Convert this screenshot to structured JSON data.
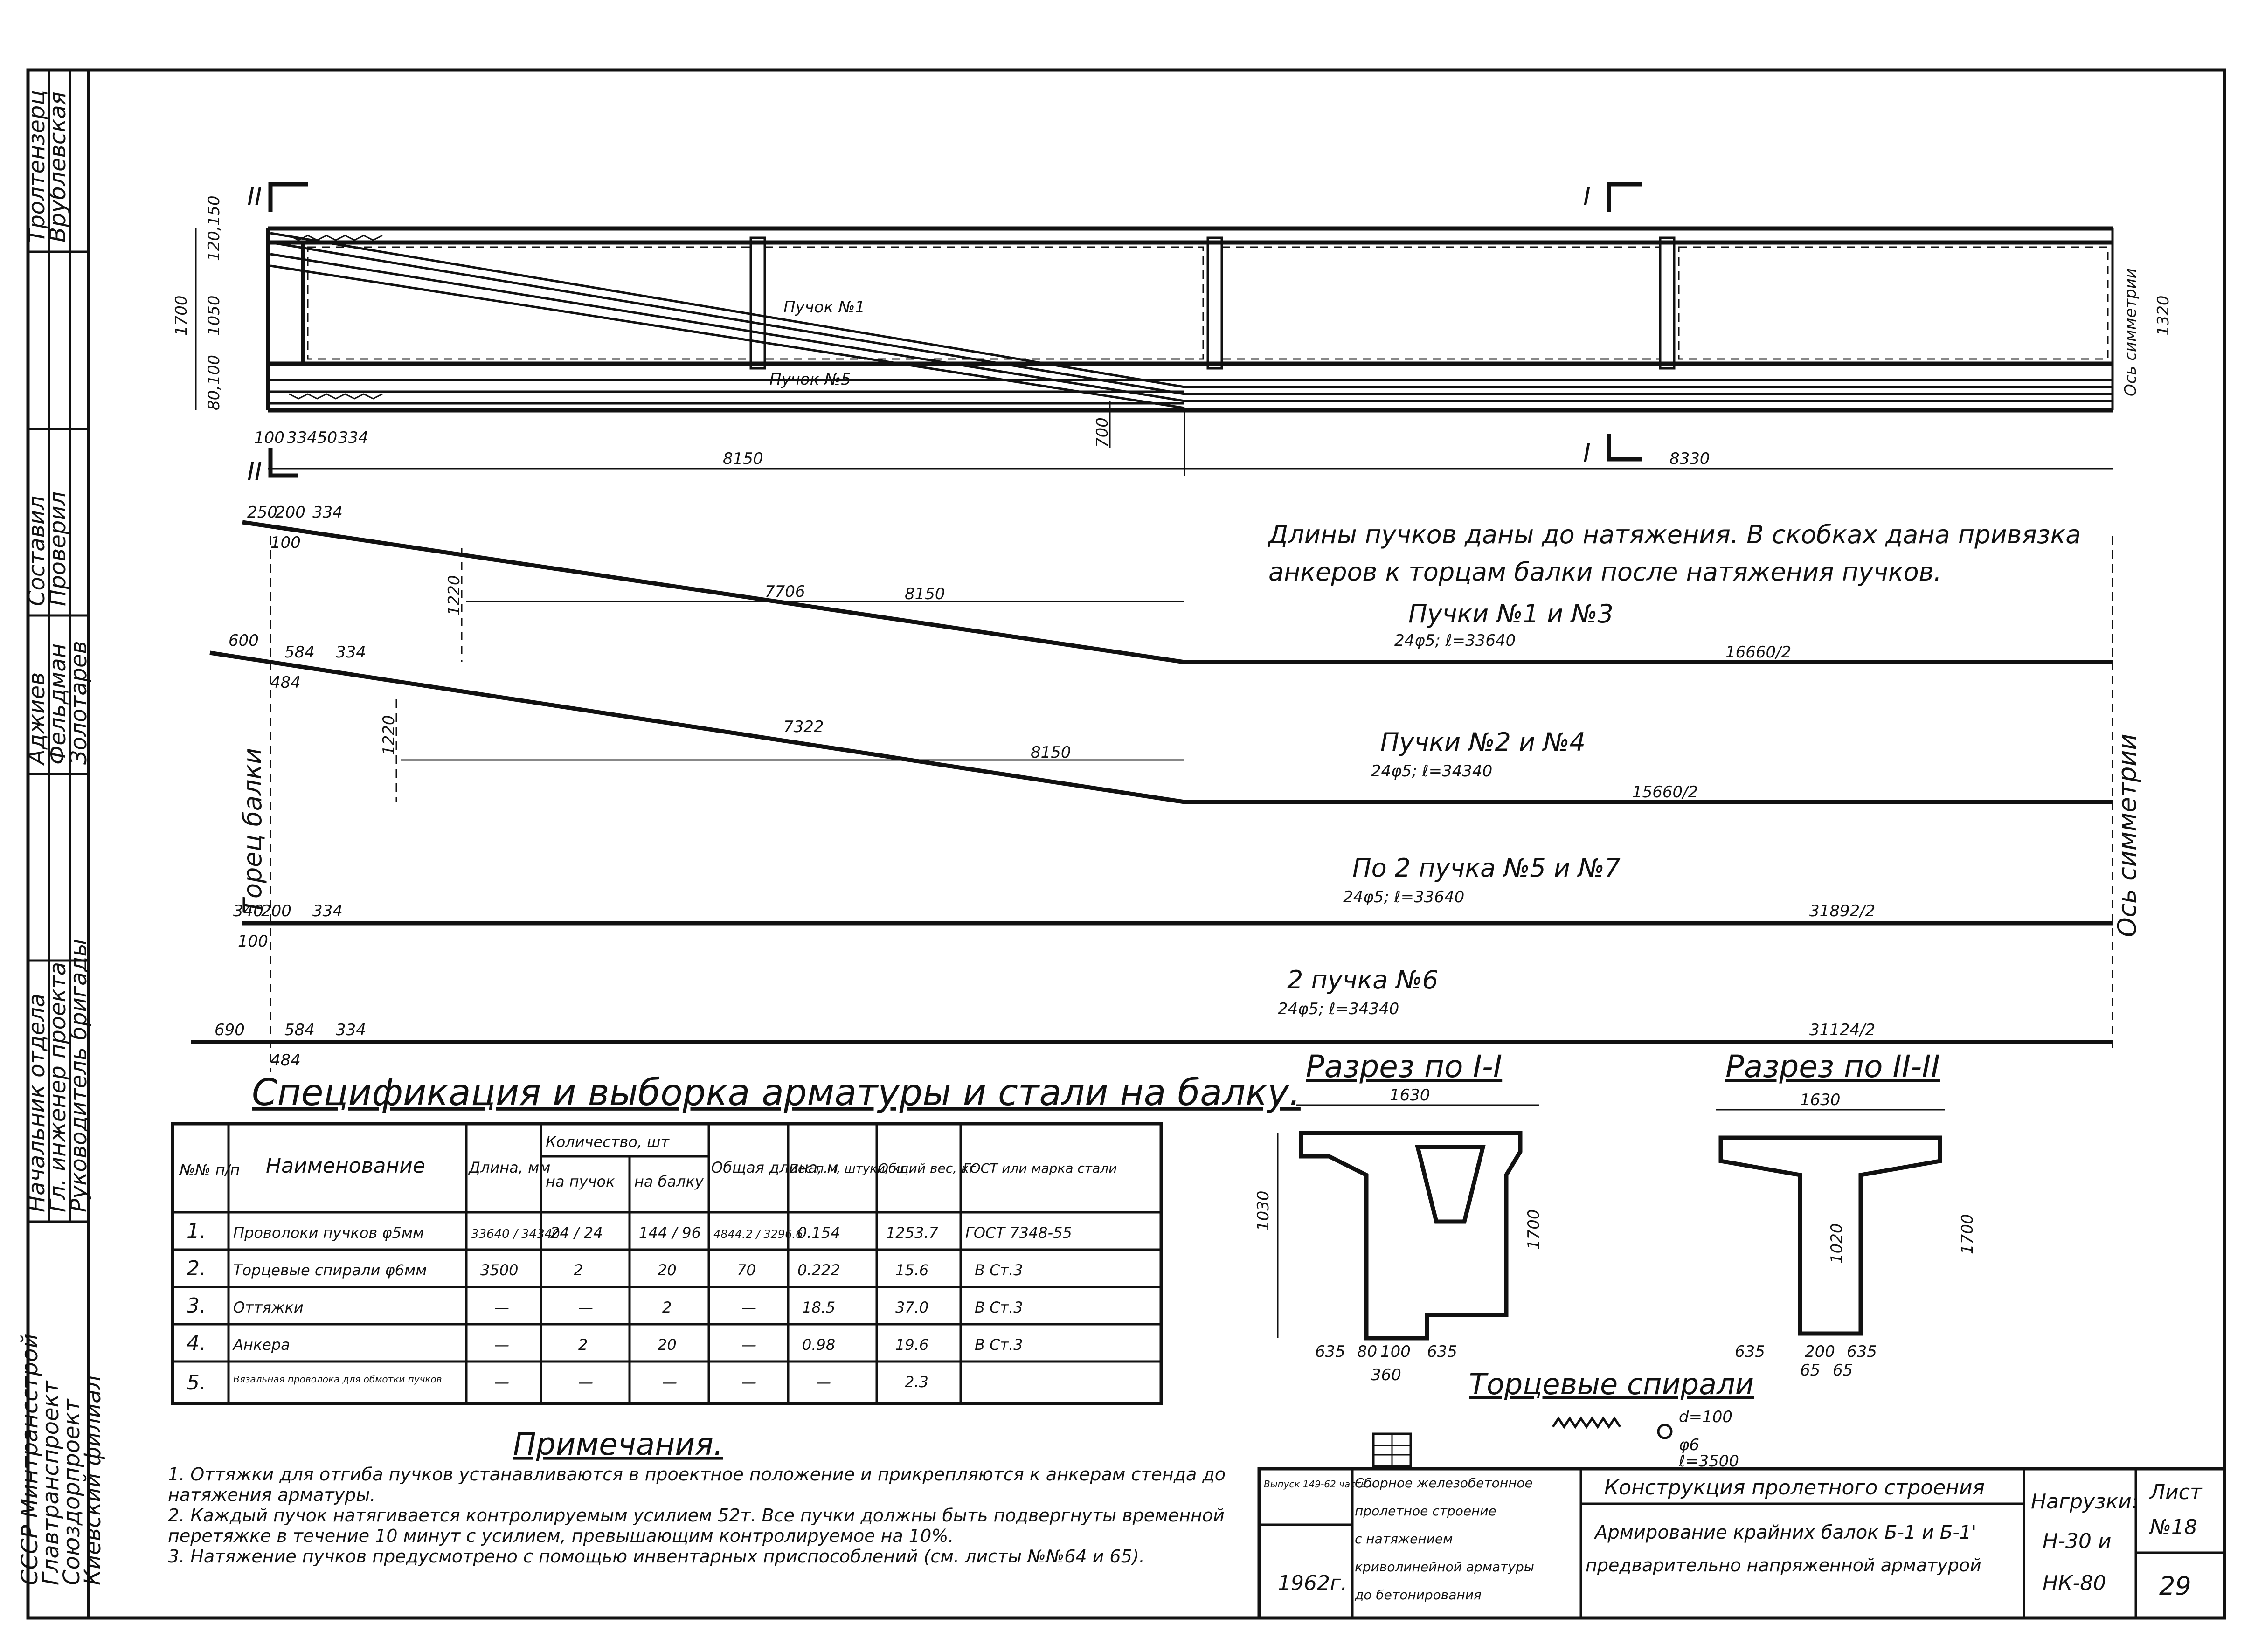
{
  "left_strip": {
    "org": [
      "СССР Минтрансстрой",
      "Главтрансп​роект",
      "Союздорпроект",
      "Киевский филиал"
    ],
    "roles": [
      {
        "role": "Начальник отдела",
        "name": "Фельдман"
      },
      {
        "role": "Гл. инженер проекта",
        "name": "Аджиев"
      },
      {
        "role": "Руководитель бригады",
        "name": "Золотарев"
      }
    ],
    "staff": [
      {
        "label": "Составил",
        "name": "Врублевская"
      },
      {
        "label": "Проверил",
        "name": "Тролтензерц"
      }
    ]
  },
  "elevation": {
    "section_marks": [
      "II",
      "I",
      "I",
      "II"
    ],
    "dims": {
      "left_span": "8150",
      "right_span": "8330",
      "height": "1700",
      "h_1050": "1050",
      "h_1320": "1320",
      "offsets_top": "120,150",
      "offsets_bottom": "80,100",
      "anchor_offsets": [
        "100",
        "334",
        "50",
        "334"
      ],
      "drop": "700"
    },
    "labels": {
      "bundle1": "Пучок №1",
      "bundle5": "Пучок №5",
      "axis": "Ось симметрии"
    }
  },
  "bundles_note": [
    "Длины пучков даны до натяжения. В скобках дана привязка",
    "анкеров к торцам балки после натяжения пучков."
  ],
  "bundles": [
    {
      "start": "250",
      "a": "200",
      "b": "334",
      "sub": "100",
      "rise": "1220",
      "slope_len": "7706",
      "span": "8150",
      "title": "Пучки №1 и №3",
      "spec": "24φ5; ℓ=33640",
      "half": "16660/2"
    },
    {
      "start": "600",
      "a": "584",
      "b": "334",
      "sub": "484",
      "rise": "1220",
      "slope_len": "7322",
      "span": "8150",
      "title": "Пучки №2 и №4",
      "spec": "24φ5; ℓ=34340",
      "half": "15660/2"
    },
    {
      "start": "340",
      "a": "200",
      "b": "334",
      "sub": "100",
      "title": "По 2 пучка №5 и №7",
      "spec": "24φ5; ℓ=33640",
      "half": "31892/2"
    },
    {
      "start": "690",
      "a": "584",
      "b": "334",
      "sub": "484",
      "title": "2 пучка №6",
      "spec": "24φ5; ℓ=34340",
      "half": "31124/2"
    }
  ],
  "beam_end_label": "Торец балки",
  "axis_label": "Ось симметрии",
  "spec": {
    "title": "Спецификация и выборка арматуры и стали на балку.",
    "headers": {
      "num": "№№ п/п",
      "name": "Наименование",
      "length": "Длина, мм",
      "qty": "Количество, шт",
      "qty_bundle": "на пучок",
      "qty_beam": "на балку",
      "total_len": "Общая длина, м",
      "weight_unit": "Вес п.м, штуки, кг",
      "total_weight": "Общий вес, кг",
      "gost": "ГОСТ или марка стали"
    },
    "rows": [
      {
        "n": "1.",
        "name": "Проволоки пучков φ5мм",
        "len": "33640 / 34340",
        "qb": "24 / 24",
        "qbeam": "144 / 96",
        "tl": "4844.2 / 3296.6",
        "w": "0.154",
        "tw": "1253.7",
        "gost": "ГОСТ 7348-55"
      },
      {
        "n": "2.",
        "name": "Торцевые спирали φ6мм",
        "len": "3500",
        "qb": "2",
        "qbeam": "20",
        "tl": "70",
        "w": "0.222",
        "tw": "15.6",
        "gost": "В Ст.3"
      },
      {
        "n": "3.",
        "name": "Оттяжки",
        "len": "—",
        "qb": "—",
        "qbeam": "2",
        "tl": "—",
        "w": "18.5",
        "tw": "37.0",
        "gost": "В Ст.3"
      },
      {
        "n": "4.",
        "name": "Анкера",
        "len": "—",
        "qb": "2",
        "qbeam": "20",
        "tl": "—",
        "w": "0.98",
        "tw": "19.6",
        "gost": "В Ст.3"
      },
      {
        "n": "5.",
        "name": "Вязальная проволока для обмотки пучков",
        "len": "—",
        "qb": "—",
        "qbeam": "—",
        "tl": "—",
        "w": "—",
        "tw": "2.3",
        "gost": ""
      }
    ]
  },
  "notes": {
    "title": "Примечания.",
    "items": [
      "1. Оттяжки для отгиба пучков устанавливаются в проектное положение и прикрепляются к анкерам стенда до натяжения арматуры.",
      "2. Каждый пучок натягивается контролируемым усилием 52т. Все пучки должны быть подвергнуты временной перетяжке в течение 10 минут с усилием, превышающим контролируемое на 10%.",
      "3. Натяжение пучков предусмотрено с помощью инвентарных приспособлений (см. листы №№64 и 65)."
    ]
  },
  "sections": {
    "s1": {
      "title": "Разрез по I-I",
      "width": "1630",
      "height": "1700",
      "h1030": "1030",
      "dims": [
        "635",
        "80",
        "100",
        "635",
        "360"
      ]
    },
    "s2": {
      "title": "Разрез по II-II",
      "width": "1630",
      "height": "1700",
      "h1020": "1020",
      "dims": [
        "635",
        "200",
        "635",
        "65",
        "65"
      ]
    }
  },
  "spirals": {
    "title": "Торцевые спирали",
    "d": "d=100",
    "phi": "φ6",
    "l": "ℓ=3500"
  },
  "title_block": {
    "release": "Выпуск 149-62 часть I",
    "year": "1962г.",
    "work": [
      "Сборное железобетонное",
      "пролетное строение",
      "с натяжением",
      "криволинейной арматуры",
      "до бетонирования"
    ],
    "construction": "Конструкция пролетного строения",
    "subject": [
      "Армирование крайних балок Б-1 и Б-1'",
      "предварительно напряженной арматурой"
    ],
    "loads_label": "Нагрузки:",
    "loads": [
      "Н-30 и",
      "НК-80"
    ],
    "sheet_label": "Лист",
    "sheet_no": "№18",
    "page": "29"
  }
}
